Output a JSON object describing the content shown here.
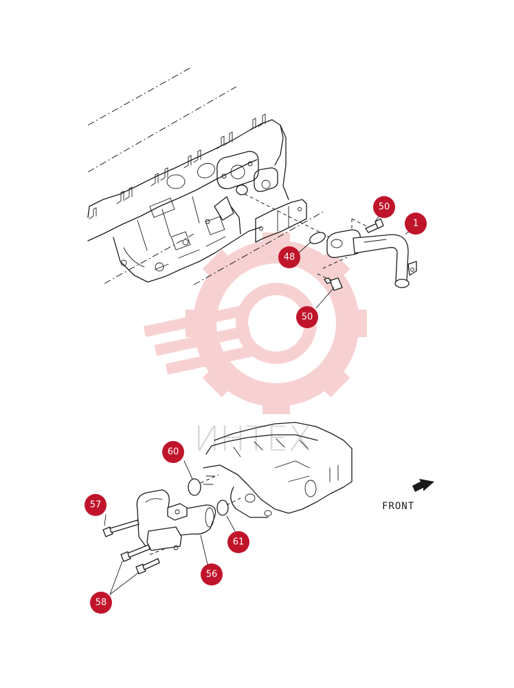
{
  "watermark": {
    "text": "ИНТЕХ",
    "gear_color": "#f6c9c9",
    "text_color": "#d8d8d8"
  },
  "direction_label": "FRONT",
  "callout_color": "#c0142b",
  "callouts": [
    {
      "id": "c-50-top",
      "label": "50"
    },
    {
      "id": "c-1",
      "label": "1"
    },
    {
      "id": "c-48",
      "label": "48"
    },
    {
      "id": "c-50-mid",
      "label": "50"
    },
    {
      "id": "c-60",
      "label": "60"
    },
    {
      "id": "c-57",
      "label": "57"
    },
    {
      "id": "c-61",
      "label": "61"
    },
    {
      "id": "c-56",
      "label": "56"
    },
    {
      "id": "c-58",
      "label": "58"
    }
  ]
}
